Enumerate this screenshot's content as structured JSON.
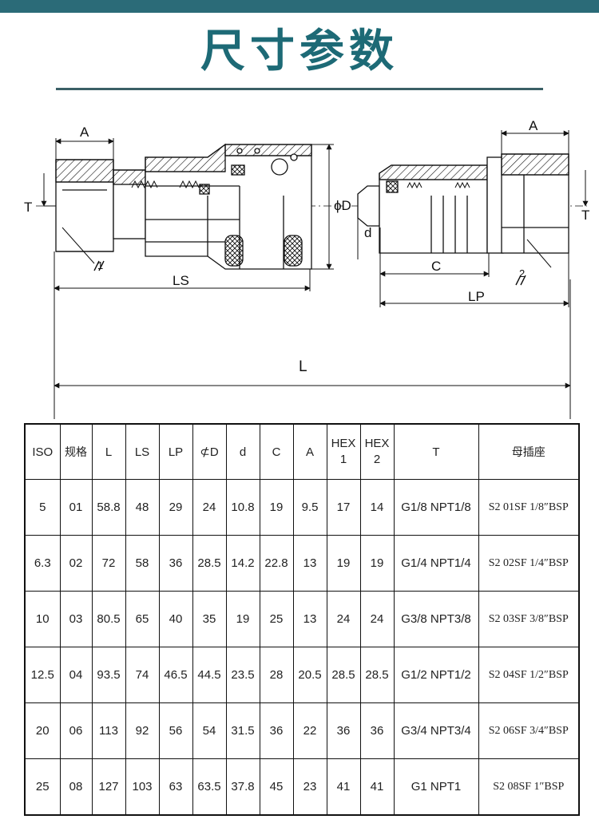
{
  "colors": {
    "top_bar": "#2b6b78",
    "title": "#1d6a76",
    "title_rule": "#3a5f66",
    "line": "#111111"
  },
  "title": "尺寸参数",
  "drawing": {
    "socket_labels": {
      "A": "A",
      "T": "T",
      "LS": "LS",
      "D": "ϕD",
      "hex1": "1"
    },
    "plug_labels": {
      "A": "A",
      "T": "T",
      "LP": "LP",
      "d": "d",
      "C": "C",
      "hex2": "2"
    },
    "overall_label": "L"
  },
  "table": {
    "headers": [
      "ISO",
      "规格",
      "L",
      "LS",
      "LP",
      "⊄D",
      "d",
      "C",
      "A",
      "HEX|1",
      "HEX|2",
      "T",
      "母插座"
    ],
    "rows": [
      [
        "5",
        "01",
        "58.8",
        "48",
        "29",
        "24",
        "10.8",
        "19",
        "9.5",
        "17",
        "14",
        "G1/8 NPT1/8",
        "S2 01SF 1/8″BSP"
      ],
      [
        "6.3",
        "02",
        "72",
        "58",
        "36",
        "28.5",
        "14.2",
        "22.8",
        "13",
        "19",
        "19",
        "G1/4 NPT1/4",
        "S2 02SF 1/4″BSP"
      ],
      [
        "10",
        "03",
        "80.5",
        "65",
        "40",
        "35",
        "19",
        "25",
        "13",
        "24",
        "24",
        "G3/8 NPT3/8",
        "S2 03SF 3/8″BSP"
      ],
      [
        "12.5",
        "04",
        "93.5",
        "74",
        "46.5",
        "44.5",
        "23.5",
        "28",
        "20.5",
        "28.5",
        "28.5",
        "G1/2 NPT1/2",
        "S2 04SF 1/2″BSP"
      ],
      [
        "20",
        "06",
        "113",
        "92",
        "56",
        "54",
        "31.5",
        "36",
        "22",
        "36",
        "36",
        "G3/4 NPT3/4",
        "S2 06SF 3/4″BSP"
      ],
      [
        "25",
        "08",
        "127",
        "103",
        "63",
        "63.5",
        "37.8",
        "45",
        "23",
        "41",
        "41",
        "G1 NPT1",
        "S2 08SF 1″BSP"
      ]
    ]
  }
}
